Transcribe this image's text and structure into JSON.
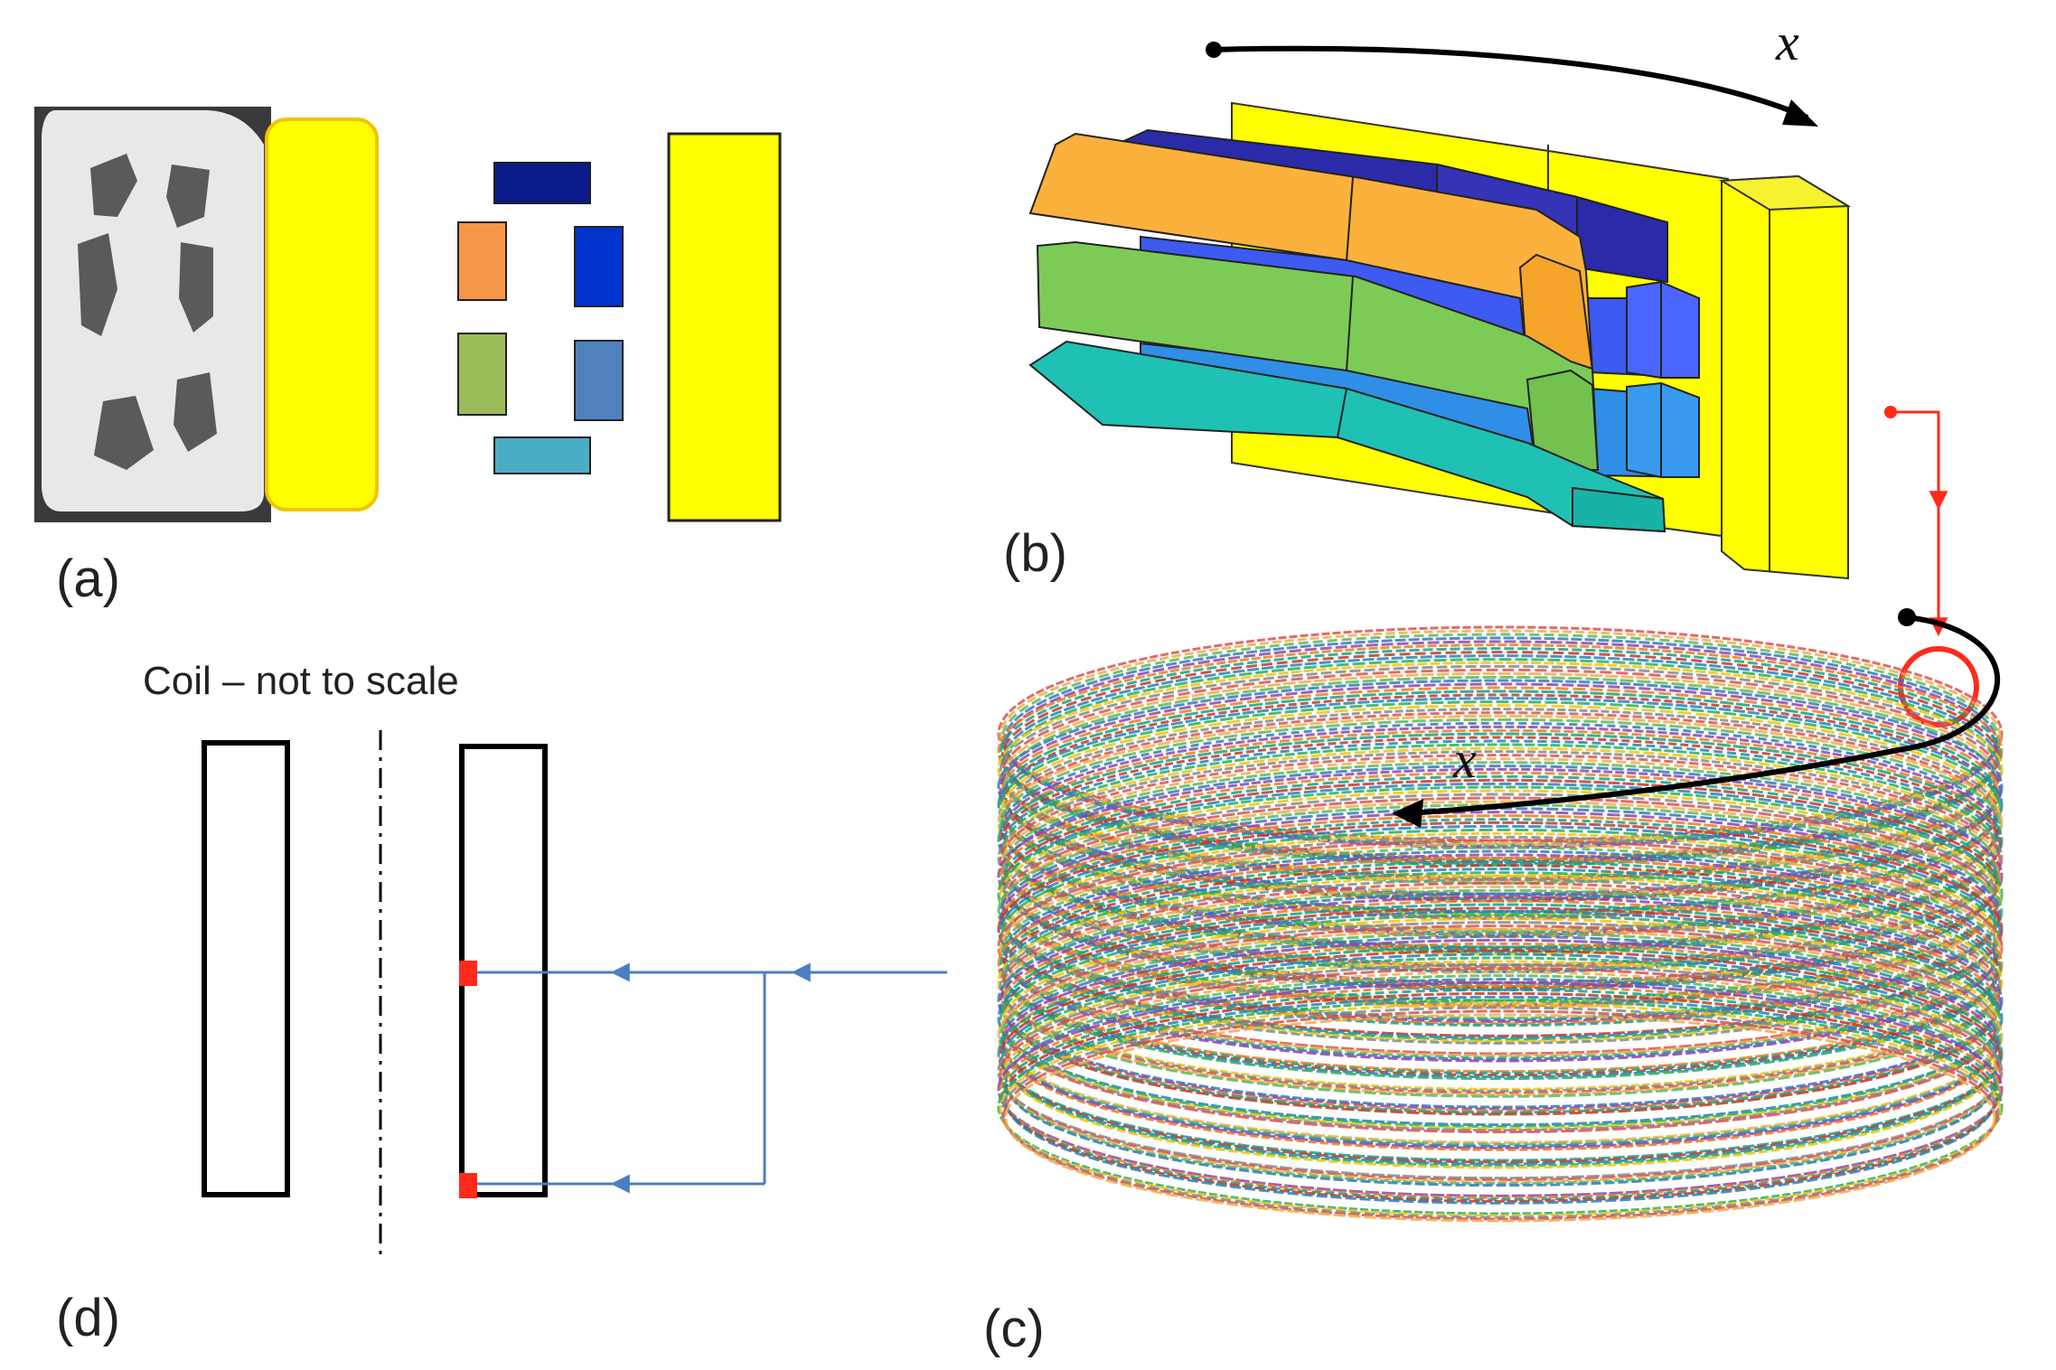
{
  "panels": {
    "a": {
      "label": "(a)"
    },
    "b": {
      "label": "(b)",
      "axis_label": "x"
    },
    "c": {
      "label": "(c)",
      "axis_label": "x"
    },
    "d": {
      "label": "(d)",
      "caption": "Coil – not to scale"
    }
  },
  "colors": {
    "yellow": "#ffff00",
    "orange": "#fbb13c",
    "dark_blue": "#2b2aa8",
    "blue": "#3d5af1",
    "green": "#7ccb56",
    "light_blue": "#2f8fe6",
    "teal": "#1fc1b4",
    "red": "#ff2a1a",
    "arrow_blue": "#4a7fc1"
  }
}
